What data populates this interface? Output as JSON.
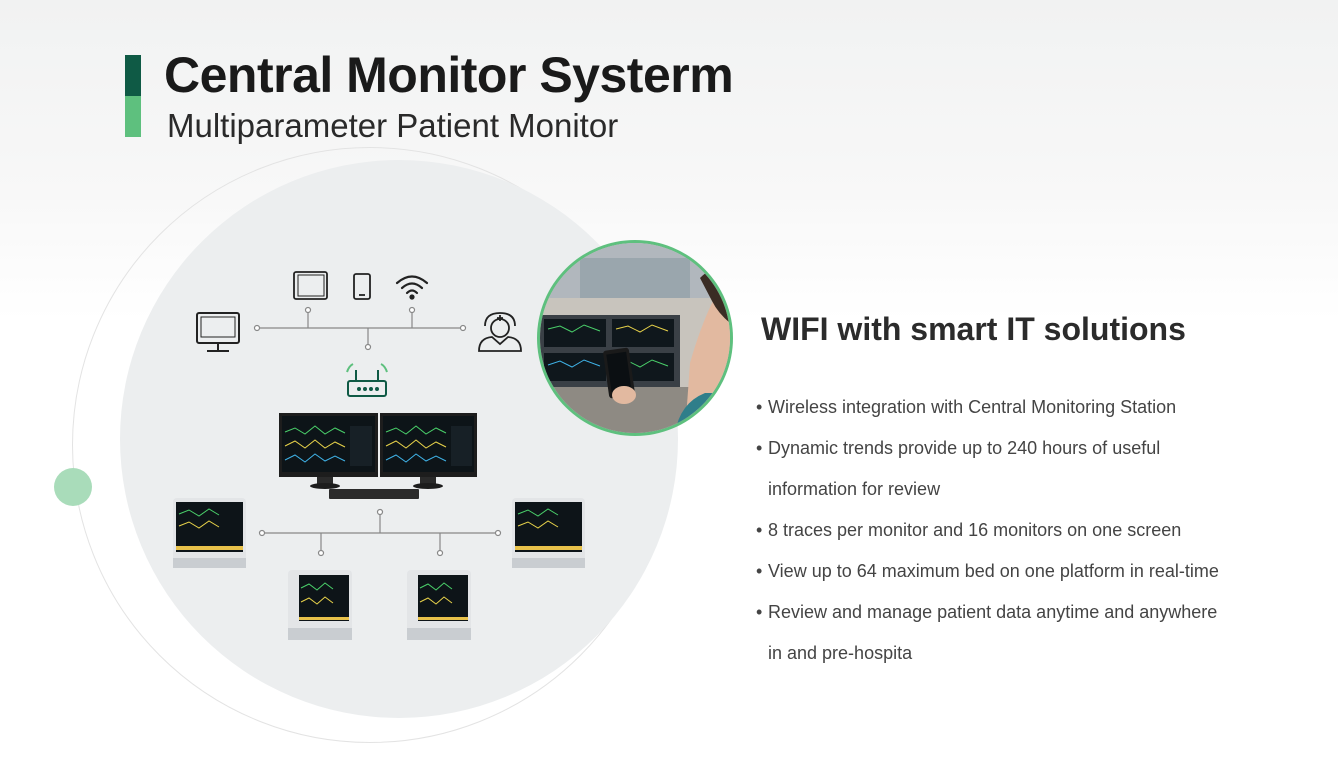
{
  "header": {
    "title": "Central Monitor Systerm",
    "subtitle": "Multiparameter Patient Monitor"
  },
  "colors": {
    "accent_dark": "#0f5a45",
    "accent_light": "#5ec07e",
    "disc": "#eceeef"
  },
  "diagram": {
    "icons": [
      "desktop-monitor-icon",
      "tablet-icon",
      "phone-icon",
      "wifi-icon",
      "nurse-icon",
      "router-icon",
      "central-station-icon",
      "keyboard-icon",
      "patient-monitor-icon"
    ]
  },
  "section": {
    "heading": "WIFI with smart IT solutions",
    "features": [
      {
        "lines": [
          "Wireless integration with Central Monitoring Station"
        ]
      },
      {
        "lines": [
          "Dynamic trends provide up to 240 hours of useful",
          "information for review"
        ]
      },
      {
        "lines": [
          "8 traces per monitor and 16 monitors on one screen"
        ]
      },
      {
        "lines": [
          "View up to 64 maximum bed on one platform in real-time"
        ]
      },
      {
        "lines": [
          "Review and manage patient data anytime and anywhere",
          "in and pre-hospita"
        ]
      }
    ],
    "bullet": "•"
  }
}
